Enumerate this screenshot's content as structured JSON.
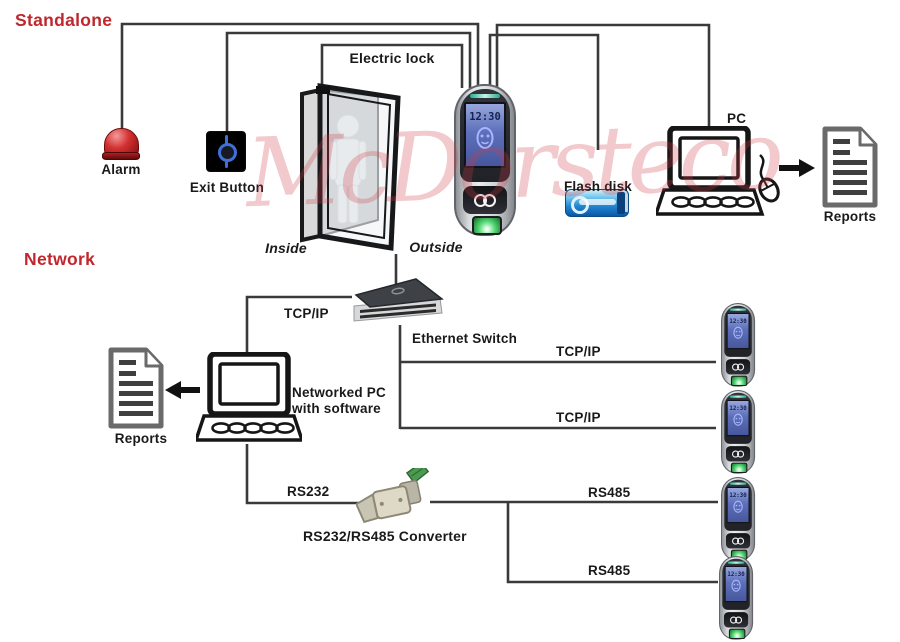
{
  "watermark": "McDorsteco",
  "colors": {
    "section_heading": "#c0272d",
    "wire": "#3a3a3a",
    "label_text": "#1a1a1a",
    "watermark": "rgba(205,60,70,0.5)",
    "device_led": "#2ec4a0",
    "fingerprint_glow": "#5ad978",
    "flash_disk_blue": "#2286d2",
    "alarm_red": "#d43030",
    "exit_button_blue": "#3f6fd8"
  },
  "standalone": {
    "heading": "Standalone",
    "alarm_label": "Alarm",
    "exit_button_label": "Exit Button",
    "electric_lock_label": "Electric lock",
    "inside_label": "Inside",
    "outside_label": "Outside",
    "device_time": "12:30",
    "flash_disk_label": "Flash disk",
    "pc_label": "PC",
    "reports_label": "Reports"
  },
  "network": {
    "heading": "Network",
    "tcpip_to_switch_label": "TCP/IP",
    "ethernet_switch_label": "Ethernet Switch",
    "networked_pc_label": "Networked PC",
    "networked_pc_sublabel": "with software",
    "reports_label": "Reports",
    "tcpip_line1_label": "TCP/IP",
    "tcpip_line2_label": "TCP/IP",
    "rs232_label": "RS232",
    "converter_label": "RS232/RS485 Converter",
    "rs485_line1_label": "RS485",
    "rs485_line2_label": "RS485"
  }
}
